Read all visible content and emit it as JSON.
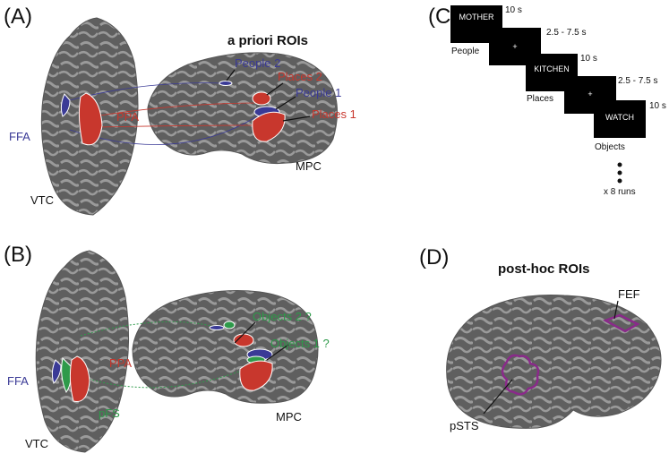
{
  "colors": {
    "brain_dark": "#5f5f5f",
    "brain_light": "#9a9a9a",
    "red": "#c8372d",
    "blue": "#3a3a96",
    "green": "#2e9a4a",
    "purple": "#8a2a8a"
  },
  "panel_a": {
    "label": "(A)",
    "title": "a priori ROIs",
    "vtc": "VTC",
    "mpc": "MPC",
    "ffa": "FFA",
    "ppa": "PPA",
    "people2": "People 2",
    "places2": "Places 2",
    "people1": "People 1",
    "places1": "Places 1"
  },
  "panel_b": {
    "label": "(B)",
    "vtc": "VTC",
    "mpc": "MPC",
    "ffa": "FFA",
    "ppa": "PPA",
    "pfs": "pFS",
    "objects2": "Objects 2 ?",
    "objects1": "Objects 1 ?"
  },
  "panel_c": {
    "label": "(C)",
    "trials": [
      {
        "word": "MOTHER",
        "duration": "10 s",
        "category": "People"
      },
      {
        "word": "+",
        "duration": "2.5 - 7.5 s",
        "category": ""
      },
      {
        "word": "KITCHEN",
        "duration": "10 s",
        "category": "Places"
      },
      {
        "word": "+",
        "duration": "2.5 - 7.5 s",
        "category": ""
      },
      {
        "word": "WATCH",
        "duration": "10 s",
        "category": "Objects"
      }
    ],
    "runs": "x 8 runs"
  },
  "panel_d": {
    "label": "(D)",
    "title": "post-hoc ROIs",
    "fef": "FEF",
    "psts": "pSTS"
  }
}
